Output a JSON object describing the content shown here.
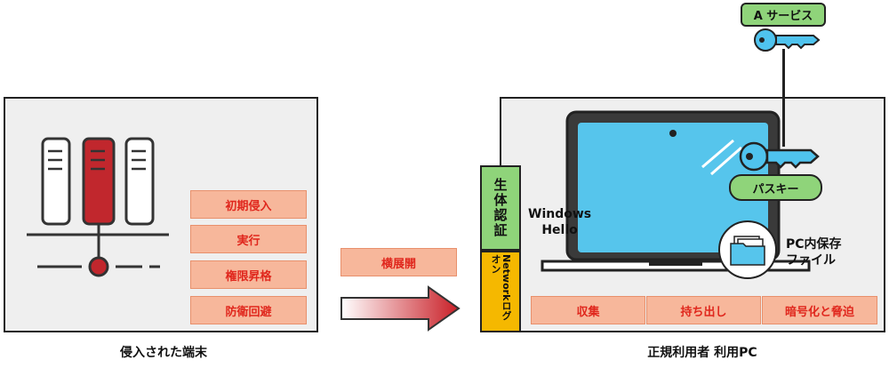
{
  "left": {
    "steps": [
      "初期侵入",
      "実行",
      "権限昇格",
      "防衛回避"
    ],
    "caption": "侵入された端末"
  },
  "middle": {
    "lateral_label": "横展開"
  },
  "right": {
    "biometric_label": "生体認証",
    "network_logon_label": "Networkログオン",
    "windows_hello_line1": "Windows",
    "windows_hello_line2": "Hello",
    "passkey_label": "パスキー",
    "service_label": "A サービス",
    "file_label_line1": "PC内保存",
    "file_label_line2": "ファイル",
    "impacts": [
      "収集",
      "持ち出し",
      "暗号化と脅迫"
    ],
    "caption": "正規利用者 利用PC"
  },
  "colors": {
    "accent_red": "#e0271d",
    "tag_fill": "#f7b79b",
    "green": "#8fd47a",
    "orange": "#f5b800",
    "key_blue": "#4fc3ee",
    "screen_blue": "#56c5ec"
  }
}
